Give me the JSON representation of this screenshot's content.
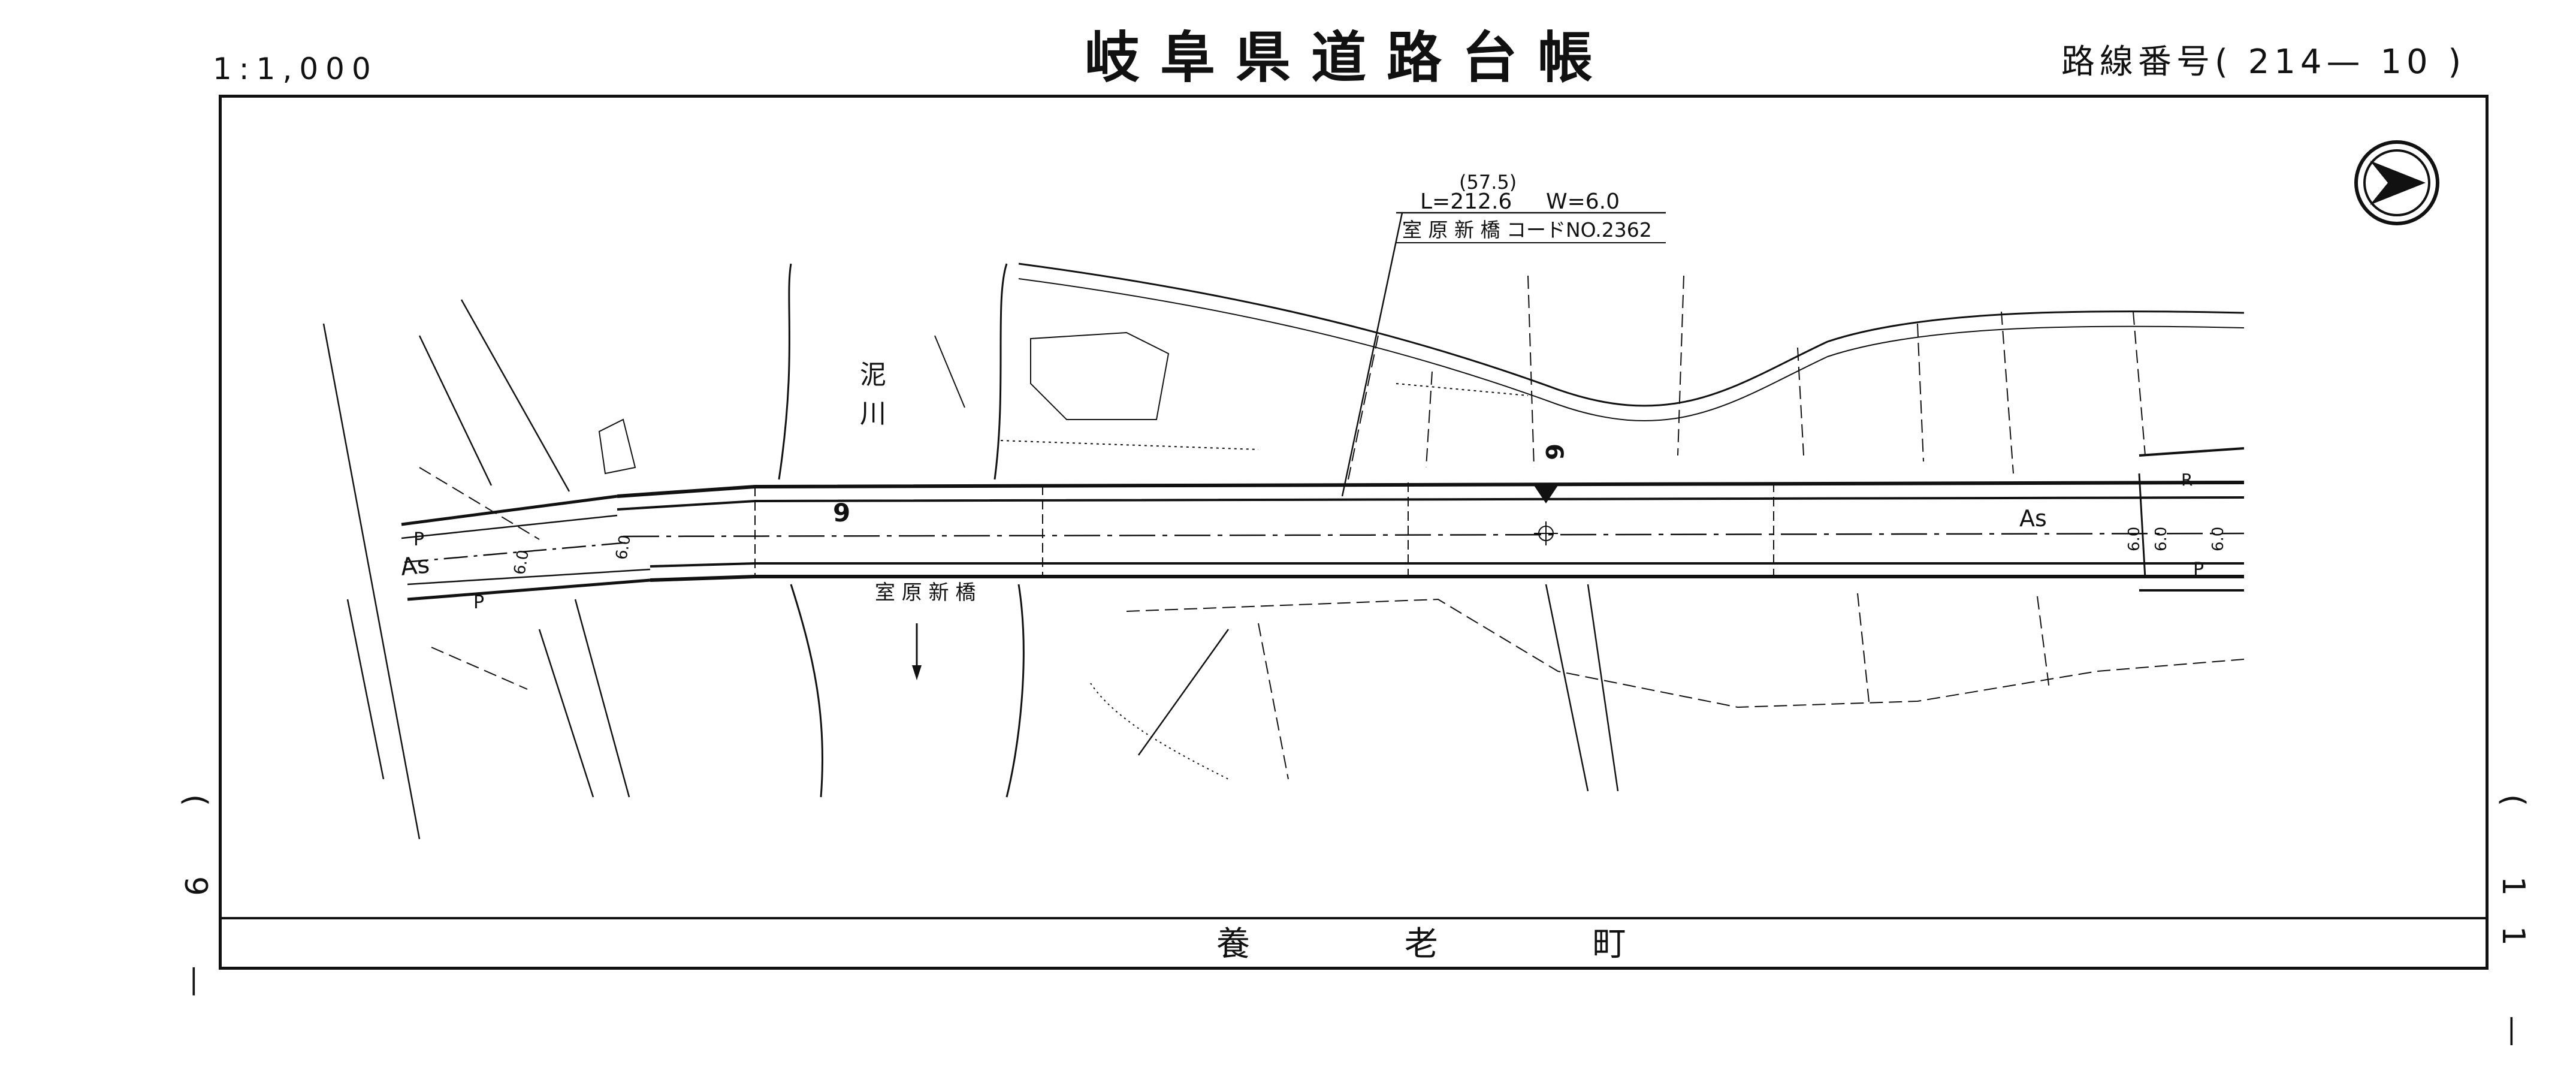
{
  "header": {
    "scale": "1:1,000",
    "title": "岐阜県道路台帳",
    "route_number": "路線番号( 214— 10 )"
  },
  "map": {
    "north_arrow": "north-arrow-icon",
    "bridge_label": {
      "length_prefix": "L=",
      "length_value": "212.6",
      "sub_length": "(57.5)",
      "width": "W=6.0",
      "name_code": "室 原 新 橋 コードNO.2362"
    },
    "river_name_line1": "泥",
    "river_name_line2": "川",
    "bridge_name": "室 原 新 橋",
    "pavement_left": "As",
    "pavement_right": "As",
    "parking_left_top": "P",
    "parking_left_bottom": "P",
    "parking_right": "P",
    "route_marker_left": "9",
    "route_marker_top": "6",
    "dim_left": "6.0",
    "dim_left_b": "6.0",
    "dim_right_1": "6.0",
    "dim_right_2": "6.0",
    "dim_right_3": "6.0",
    "r_label": "R"
  },
  "footer": {
    "town_name": "養 老 町",
    "page_left": "( 9 —",
    "page_right": "( 11 —"
  },
  "colors": {
    "ink": "#111111",
    "paper": "#ffffff"
  }
}
